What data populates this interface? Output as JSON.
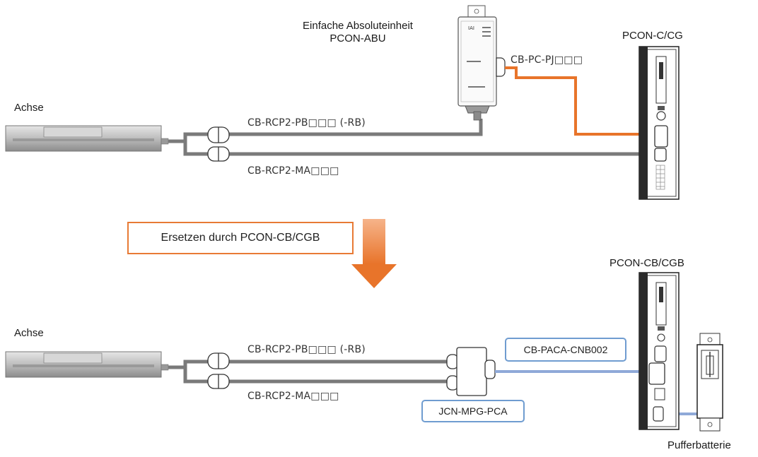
{
  "top": {
    "axis_label": "Achse",
    "abu_title_line1": "Einfache Absoluteinheit",
    "abu_title_line2": "PCON-ABU",
    "controller_label": "PCON-C/CG",
    "cable_pj": "CB-PC-PJ□□□",
    "cable_pb": "CB-RCP2-PB□□□ (-RB)",
    "cable_ma": "CB-RCP2-MA□□□"
  },
  "transition": {
    "label": "Ersetzen durch PCON-CB/CGB"
  },
  "bottom": {
    "axis_label": "Achse",
    "controller_label": "PCON-CB/CGB",
    "cable_pb": "CB-RCP2-PB□□□ (-RB)",
    "cable_ma": "CB-RCP2-MA□□□",
    "cable_paca": "CB-PACA-CNB002",
    "junction_label": "JCN-MPG-PCA",
    "battery_label": "Pufferbatterie"
  },
  "colors": {
    "gray_cable": "#7a7a7a",
    "orange_cable": "#e8742a",
    "blue_cable": "#8fa9d8",
    "box_border_blue": "#6f9cd0",
    "arrow_orange": "#e8742a"
  }
}
